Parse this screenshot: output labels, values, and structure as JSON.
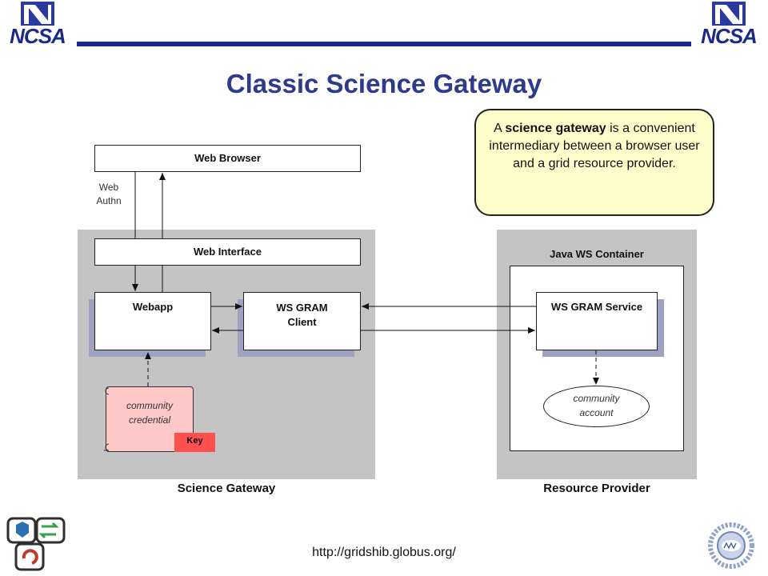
{
  "header": {
    "logo_text": "NCSA"
  },
  "title": "Classic Science Gateway",
  "bubble": {
    "pre": "A ",
    "bold": "science gateway",
    "post": " is a convenient intermediary between a browser user and a grid resource provider."
  },
  "boxes": {
    "web_browser": "Web Browser",
    "web_interface": "Web Interface",
    "webapp": "Webapp",
    "ws_gram_client_line1": "WS GRAM",
    "ws_gram_client_line2": "Client",
    "java_ws_container": "Java WS Container",
    "ws_gram_service": "WS GRAM Service"
  },
  "labels": {
    "web_authn_line1": "Web",
    "web_authn_line2": "Authn",
    "community_credential_line1": "community",
    "community_credential_line2": "credential",
    "key": "Key",
    "community_account_line1": "community",
    "community_account_line2": "account",
    "science_gateway": "Science Gateway",
    "resource_provider": "Resource Provider"
  },
  "footer": {
    "url": "http://gridshib.globus.org/"
  },
  "colors": {
    "brand_blue": "#1a2a86",
    "title_blue": "#2e3a8c",
    "bubble_bg": "#ffffcc",
    "panel_gray": "#c4c4c4",
    "credential_pink": "#ffc8c8",
    "key_red": "#ff5050"
  }
}
